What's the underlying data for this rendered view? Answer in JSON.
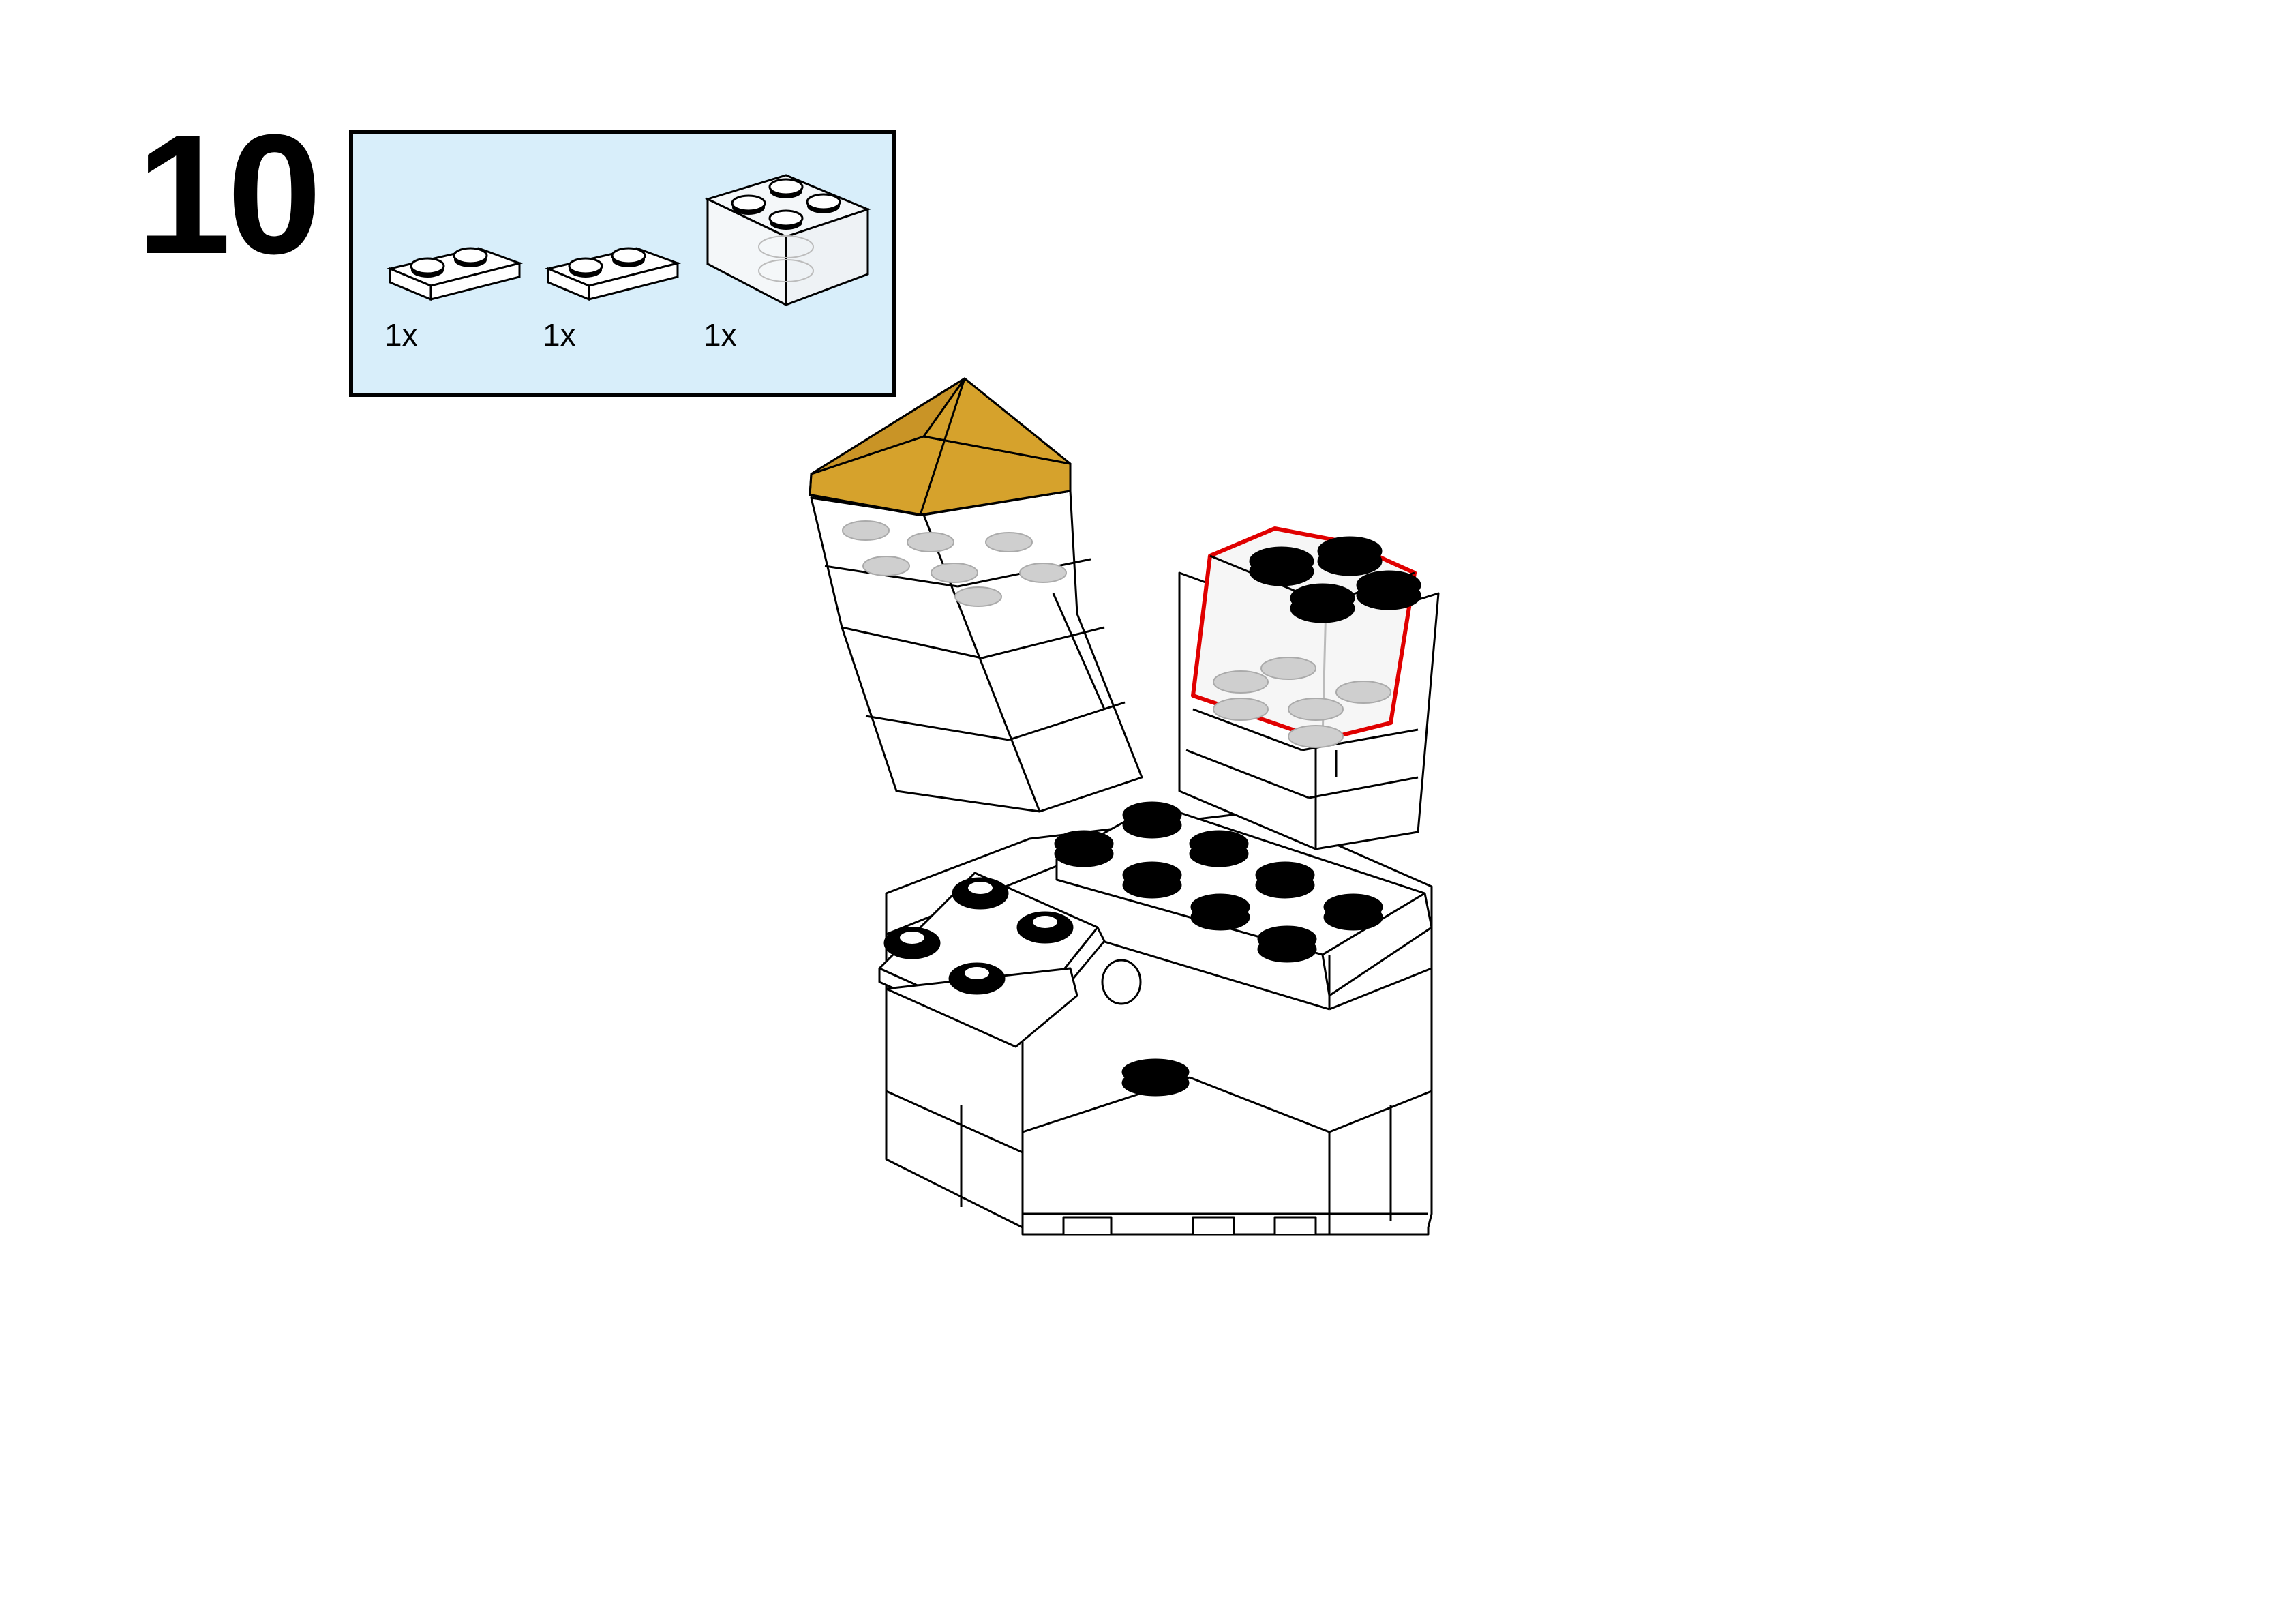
{
  "step": {
    "number": "10"
  },
  "parts_list": {
    "items": [
      {
        "name": "plate-1x2",
        "quantity": "1x",
        "color": "#ffffff"
      },
      {
        "name": "plate-1x2",
        "quantity": "1x",
        "color": "#ffffff"
      },
      {
        "name": "brick-2x2-transparent",
        "quantity": "1x",
        "color": "#f4f7f9"
      }
    ]
  },
  "colors": {
    "parts_background": "#d8eefa",
    "roof_gold": "#d6a22c",
    "highlight_red": "#e00000"
  }
}
